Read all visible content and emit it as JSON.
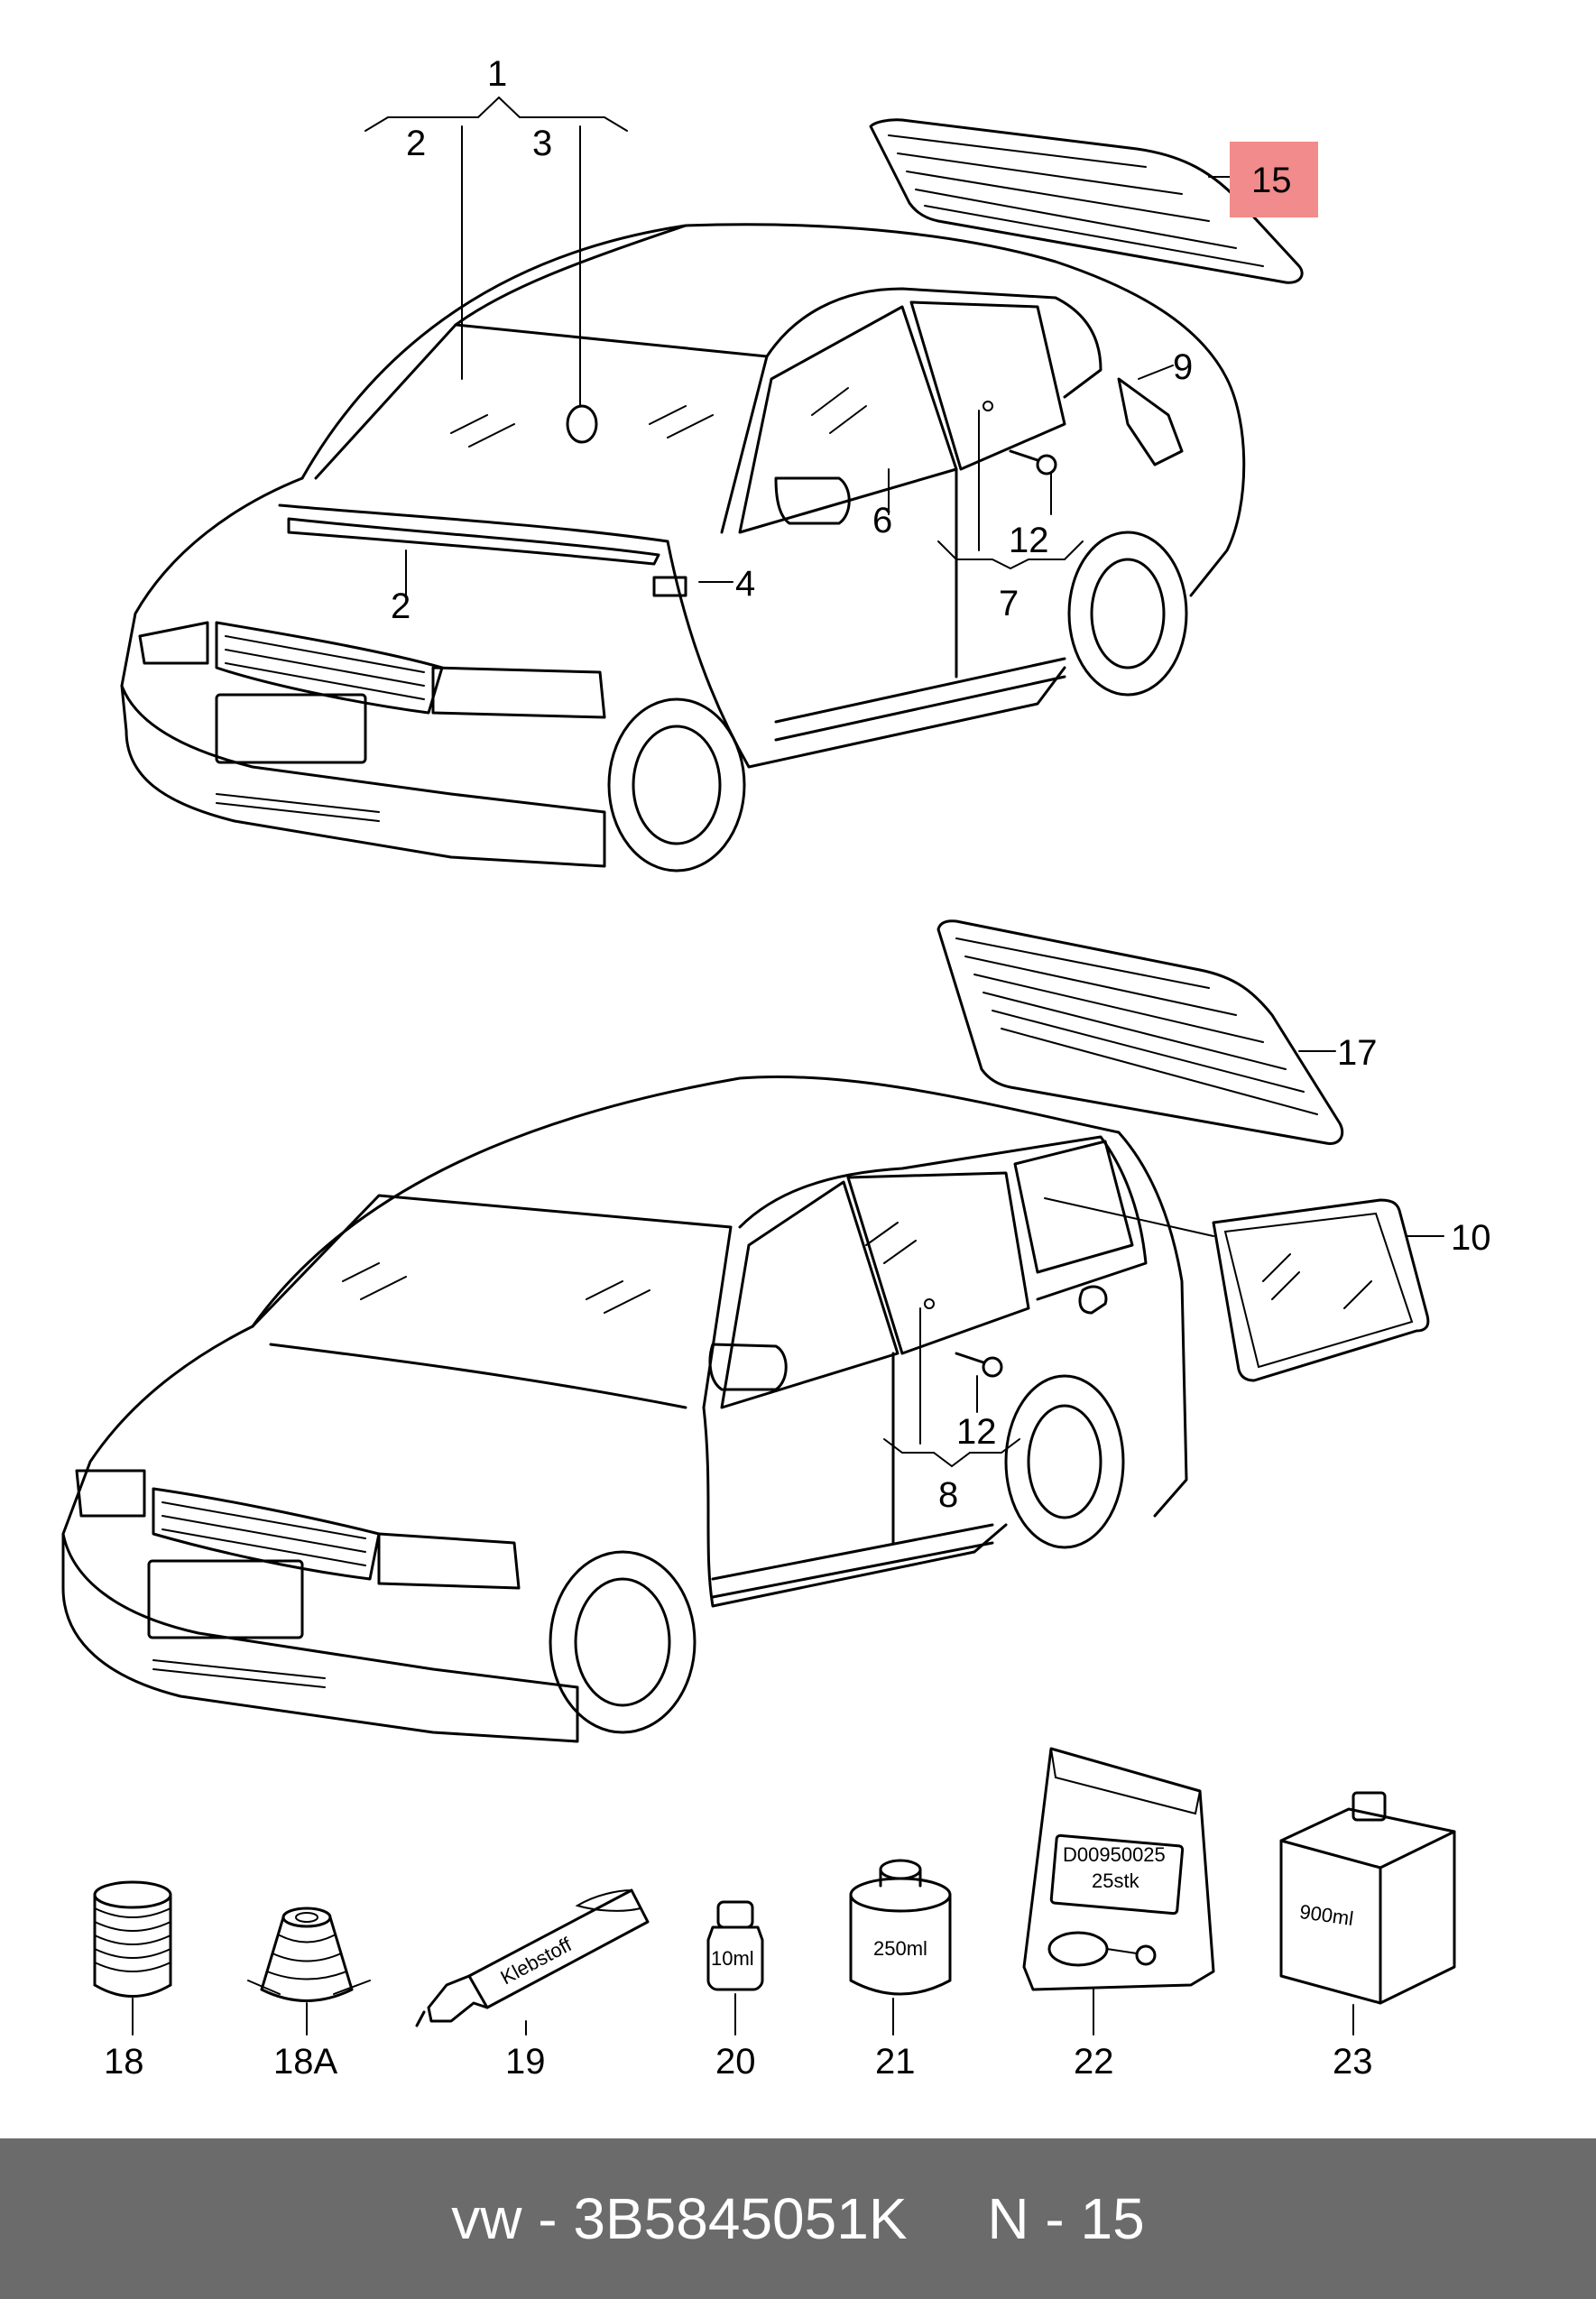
{
  "callouts": {
    "c1": "1",
    "c2a": "2",
    "c3": "3",
    "c2b": "2",
    "c4": "4",
    "c6": "6",
    "c7": "7",
    "c9": "9",
    "c12a": "12",
    "c15": "15",
    "c17": "17",
    "c10": "10",
    "c12b": "12",
    "c8": "8",
    "c18": "18",
    "c18a": "18A",
    "c19": "19",
    "c20": "20",
    "c21": "21",
    "c22": "22",
    "c23": "23"
  },
  "item_labels": {
    "tube": "Klebstoff",
    "bottle_small": "10ml",
    "can": "250ml",
    "bag_line1": "D00950025",
    "bag_line2": "25stk",
    "box": "900ml"
  },
  "highlight_color": "#f28b8b",
  "footer": {
    "part_code": "vw - 3B5845051K",
    "position_ref": "N - 15"
  }
}
